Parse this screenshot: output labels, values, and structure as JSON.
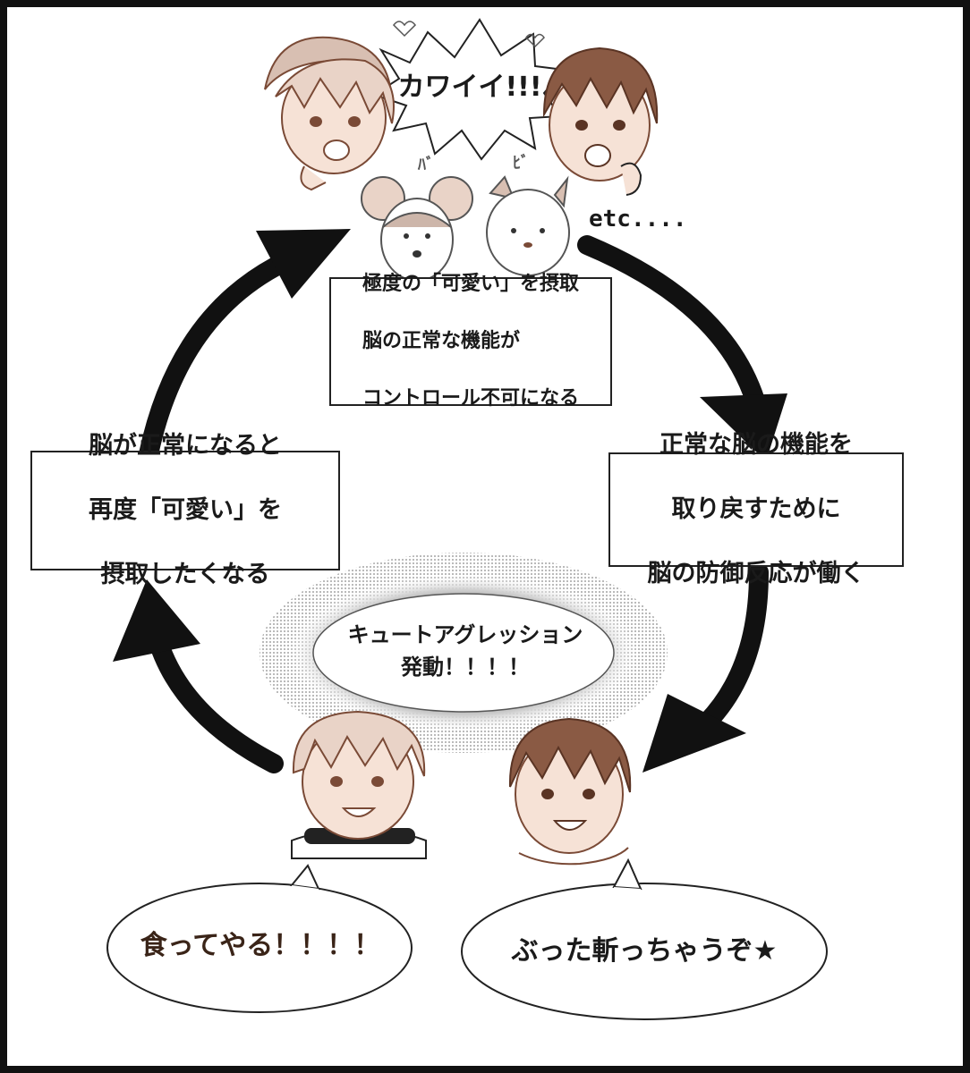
{
  "cycle": {
    "top_box": {
      "lines": [
        "極度の「可愛い」を摂取",
        "脳の正常な機能が",
        "コントロール不可になる"
      ]
    },
    "right_box": {
      "lines": [
        "正常な脳の機能を",
        "取り戻すために",
        "脳の防御反応が働く"
      ]
    },
    "left_box": {
      "lines": [
        "脳が正常になると",
        "再度「可愛い」を",
        "摂取したくなる"
      ]
    },
    "center_label": "キュートアグレッション\n発動！！！！"
  },
  "top_scene": {
    "exclaim": "カワイイ!!!",
    "etc": "etc....",
    "sound_marks": [
      "ﾊﾞ",
      "ﾋﾞ"
    ]
  },
  "speech": {
    "left": "食ってやる！！！！",
    "right": "ぶった斬っちゃうぞ★"
  },
  "colors": {
    "ink": "#1a1a1a",
    "sepia": "#7a4a36",
    "skin": "#f6e2d6",
    "hair_brown": "#8a5a44",
    "hair_light": "#c8a896"
  }
}
